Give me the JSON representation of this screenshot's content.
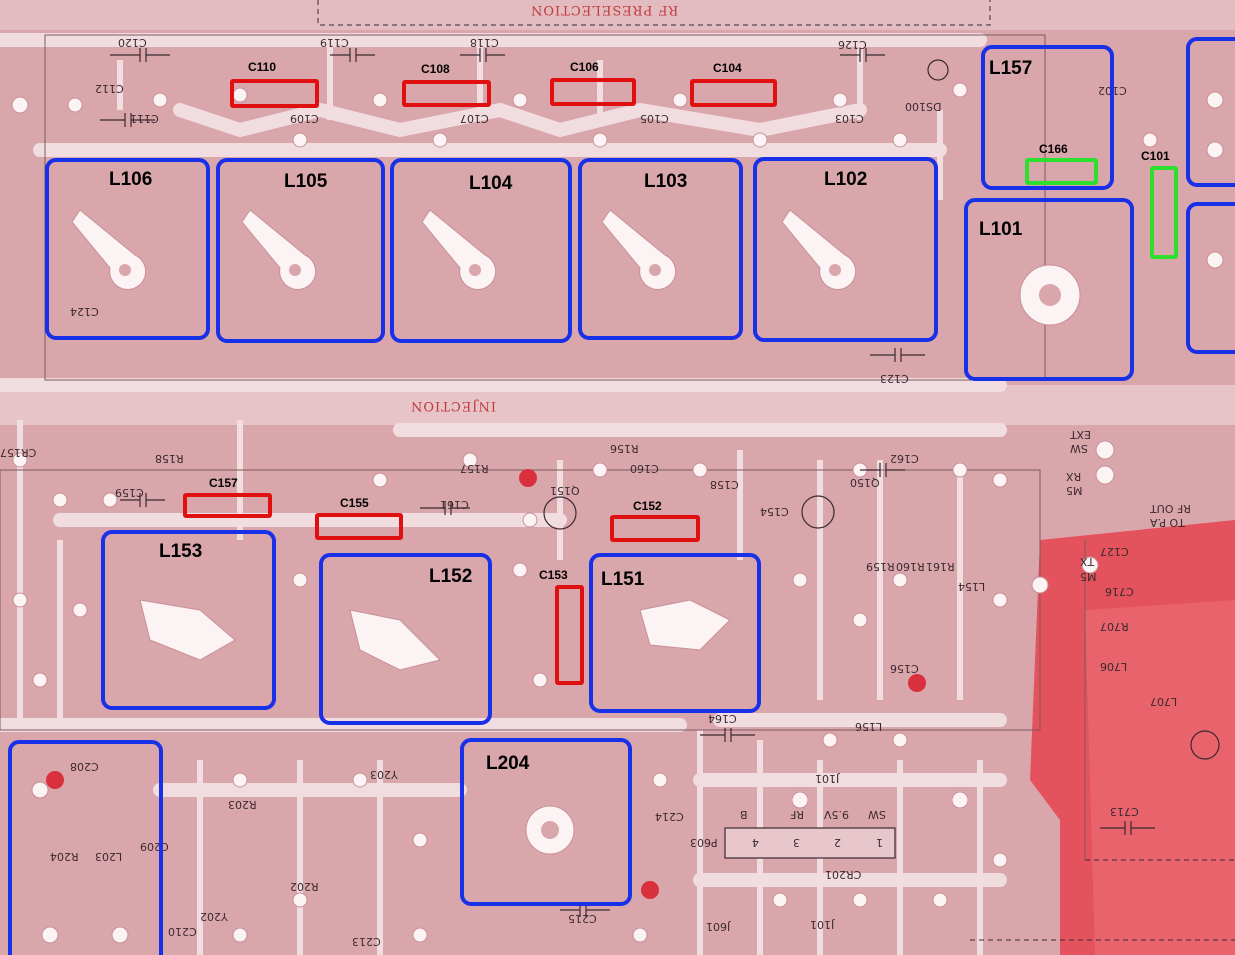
{
  "title": "",
  "colors": {
    "board": "#d9a6ac",
    "trace": "#f1dde0",
    "pad": "#fbf3f4",
    "silkscreen": "#3a2a30",
    "coil_box": "#1830e8",
    "cap_box_red": "#e01010",
    "cap_box_green": "#2ee02e",
    "shield_zone": "#e4525d"
  },
  "section_titles": {
    "rf_preselection": "RF PRESELECTION",
    "injection": "INJECTION"
  },
  "coil_labels": {
    "l106": "L106",
    "l105": "L105",
    "l104": "L104",
    "l103": "L103",
    "l102": "L102",
    "l101": "L101",
    "l157": "L157",
    "l153": "L153",
    "l152": "L152",
    "l151": "L151",
    "l204": "L204"
  },
  "capacitor_labels": {
    "c110": "C110",
    "c108": "C108",
    "c106": "C106",
    "c104": "C104",
    "c166": "C166",
    "c101": "C101",
    "c157": "C157",
    "c155": "C155",
    "c152": "C152",
    "c153": "C153"
  },
  "silkscreen_text": [
    "C120",
    "C119",
    "C118",
    "C126",
    "C112",
    "C111",
    "C109",
    "C107",
    "C105",
    "C103",
    "C102",
    "DS100",
    "C124",
    "C123",
    "R156",
    "C160",
    "Q151",
    "C158",
    "R157",
    "C161",
    "C159",
    "R158",
    "CR157",
    "C162",
    "Q150",
    "C154",
    "R159",
    "R160",
    "R161",
    "L154",
    "C156",
    "C164",
    "L156",
    "J101",
    "C208",
    "R203",
    "Y203",
    "R202",
    "Y202",
    "L203",
    "R204",
    "C209",
    "C210",
    "C213",
    "C214",
    "C215",
    "CR201",
    "EXT",
    "SW",
    "RX",
    "M5",
    "RF OUT",
    "TO P.A",
    "TX",
    "M5",
    "C127",
    "C716",
    "R707",
    "L706",
    "L707",
    "C713",
    "J101",
    "SW",
    "9.5V",
    "RF",
    "B",
    "1",
    "2",
    "3",
    "4",
    "P603",
    "J601"
  ]
}
